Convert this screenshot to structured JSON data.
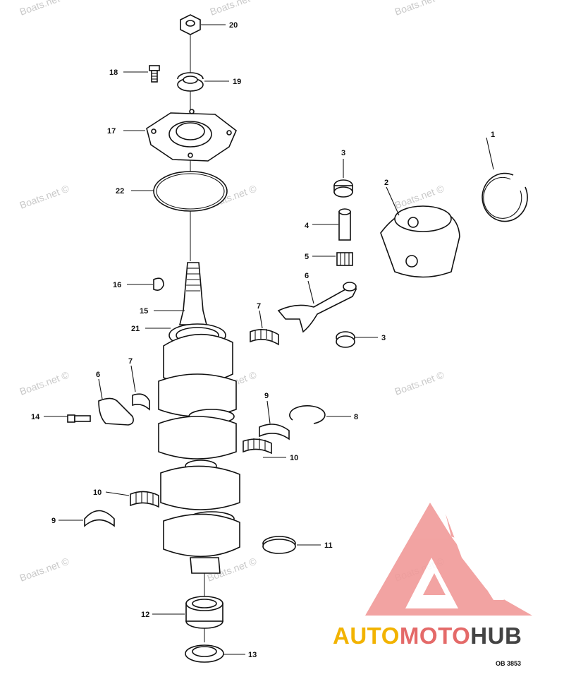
{
  "watermark": "Boats.net ©",
  "callouts": [
    {
      "id": "c20",
      "label": "20"
    },
    {
      "id": "c18",
      "label": "18"
    },
    {
      "id": "c19",
      "label": "19"
    },
    {
      "id": "c17",
      "label": "17"
    },
    {
      "id": "c1",
      "label": "1"
    },
    {
      "id": "c3a",
      "label": "3"
    },
    {
      "id": "c2",
      "label": "2"
    },
    {
      "id": "c22",
      "label": "22"
    },
    {
      "id": "c4",
      "label": "4"
    },
    {
      "id": "c5",
      "label": "5"
    },
    {
      "id": "c6a",
      "label": "6"
    },
    {
      "id": "c16",
      "label": "16"
    },
    {
      "id": "c7a",
      "label": "7"
    },
    {
      "id": "c15",
      "label": "15"
    },
    {
      "id": "c21",
      "label": "21"
    },
    {
      "id": "c3b",
      "label": "3"
    },
    {
      "id": "c7b",
      "label": "7"
    },
    {
      "id": "c6b",
      "label": "6"
    },
    {
      "id": "c9a",
      "label": "9"
    },
    {
      "id": "c8",
      "label": "8"
    },
    {
      "id": "c14",
      "label": "14"
    },
    {
      "id": "c10a",
      "label": "10"
    },
    {
      "id": "c10b",
      "label": "10"
    },
    {
      "id": "c9b",
      "label": "9"
    },
    {
      "id": "c11",
      "label": "11"
    },
    {
      "id": "c12",
      "label": "12"
    },
    {
      "id": "c13",
      "label": "13"
    }
  ],
  "logo": {
    "part1": "AUTO",
    "part2": "MOTO",
    "part3": "HUB",
    "colors": {
      "auto": "#f2b300",
      "moto": "#e46a69",
      "hub": "#444444",
      "mark": "#f19a99"
    }
  },
  "drawing_code": "OB 3853"
}
